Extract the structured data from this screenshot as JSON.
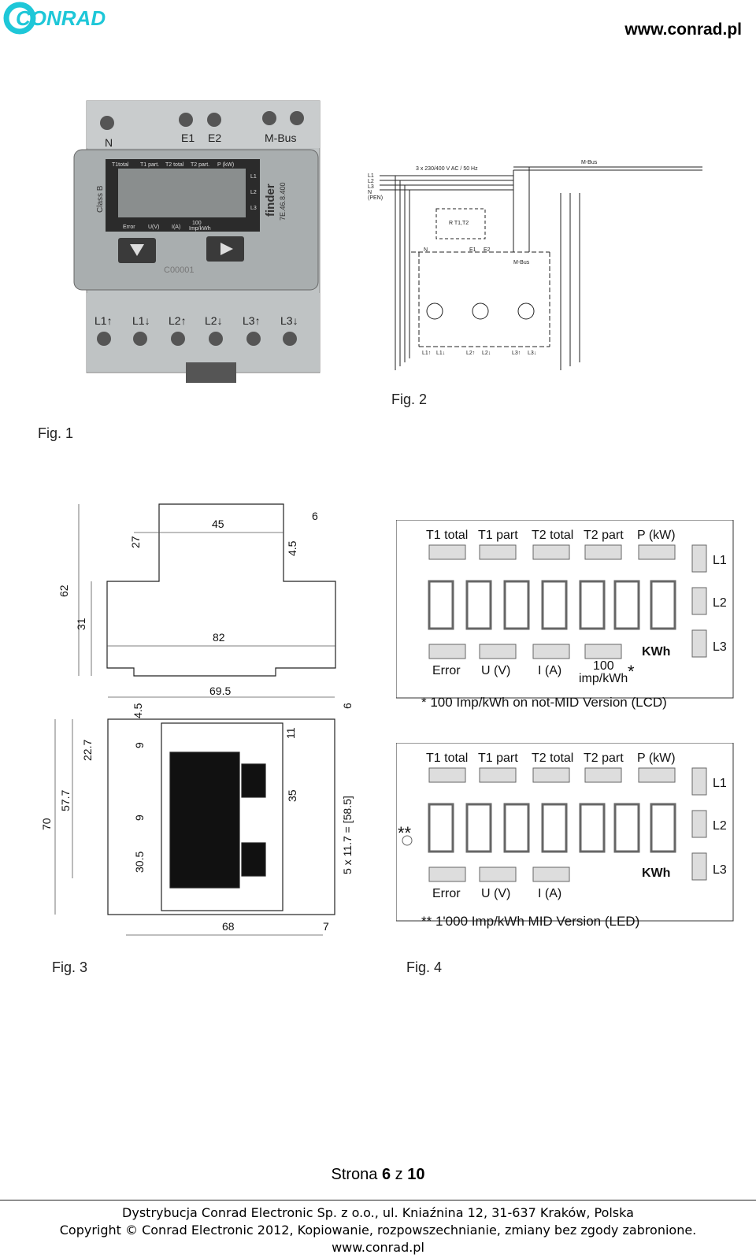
{
  "header": {
    "logo_text": "CONRAD",
    "url": "www.conrad.pl"
  },
  "figures": {
    "fig1": {
      "caption": "Fig. 1",
      "top_labels": [
        "N",
        "E1",
        "E2",
        "M-Bus"
      ],
      "bottom_labels": [
        "L1↑",
        "L1↓",
        "L2↑",
        "L2↓",
        "L3↑",
        "L3↓"
      ],
      "lcd_labels": [
        "T1total",
        "T1 part.",
        "T2 total",
        "T2 part.",
        "P (kW)"
      ],
      "lcd_bottom": [
        "Error",
        "U(V)",
        "I(A)",
        "100",
        "Imp/kWh"
      ],
      "side_labels": [
        "L1",
        "L2",
        "L3"
      ],
      "class_label": "Class B",
      "brand": "finder",
      "model": "7E.46.8.400",
      "serial": "C00001"
    },
    "fig2": {
      "caption": "Fig. 2",
      "supply": "3 x 230/400 V AC / 50 Hz",
      "lines": [
        "L1",
        "L2",
        "L3",
        "N",
        "(PEN)"
      ],
      "mbus": "M-Bus",
      "relay": "R T1,T2",
      "terminals": [
        "N",
        "E1",
        "E2"
      ],
      "mbus2": "M-Bus",
      "bottom_terminals": [
        "L1↑",
        "L1↓",
        "L2↑",
        "L2↓",
        "L3↑",
        "L3↓"
      ]
    },
    "fig3": {
      "caption": "Fig. 3",
      "dims": {
        "d45": "45",
        "d6a": "6",
        "d27": "27",
        "d4_5a": "4.5",
        "d62": "62",
        "d31": "31",
        "d82": "82",
        "d69_5": "69.5",
        "d6b": "6",
        "d4_5b": "4.5",
        "d22_7": "22.7",
        "d9a": "9",
        "d57_7": "57.7",
        "d70": "70",
        "d9b": "9",
        "d30_5": "30.5",
        "d11": "11",
        "d35": "35",
        "d5x": "5 x 11.7 = [58.5]",
        "d68": "68",
        "d7": "7"
      }
    },
    "fig4": {
      "caption": "Fig. 4",
      "labels": [
        "T1 total",
        "T1 part",
        "T2 total",
        "T2 part",
        "P (kW)"
      ],
      "side": [
        "L1",
        "L2",
        "L3"
      ],
      "unit": "KWh",
      "bottom_a": [
        "Error",
        "U (V)",
        "I (A)",
        "100",
        "imp/kWh",
        "*"
      ],
      "bottom_b": [
        "Error",
        "U (V)",
        "I (A)"
      ],
      "stars": "**",
      "note_a": "* 100 Imp/kWh on not-MID Version (LCD)",
      "note_b": "** 1'000 Imp/kWh MID Version (LED)"
    }
  },
  "footer": {
    "page_prefix": "Strona ",
    "page_current": "6",
    "page_mid": " z ",
    "page_total": "10",
    "line1": "Dystrybucja Conrad Electronic Sp. z o.o., ul. Kniaźnina 12, 31-637 Kraków, Polska",
    "line2": "Copyright © Conrad Electronic 2012, Kopiowanie, rozpowszechnianie, zmiany bez zgody zabronione.",
    "line3": "www.conrad.pl"
  }
}
